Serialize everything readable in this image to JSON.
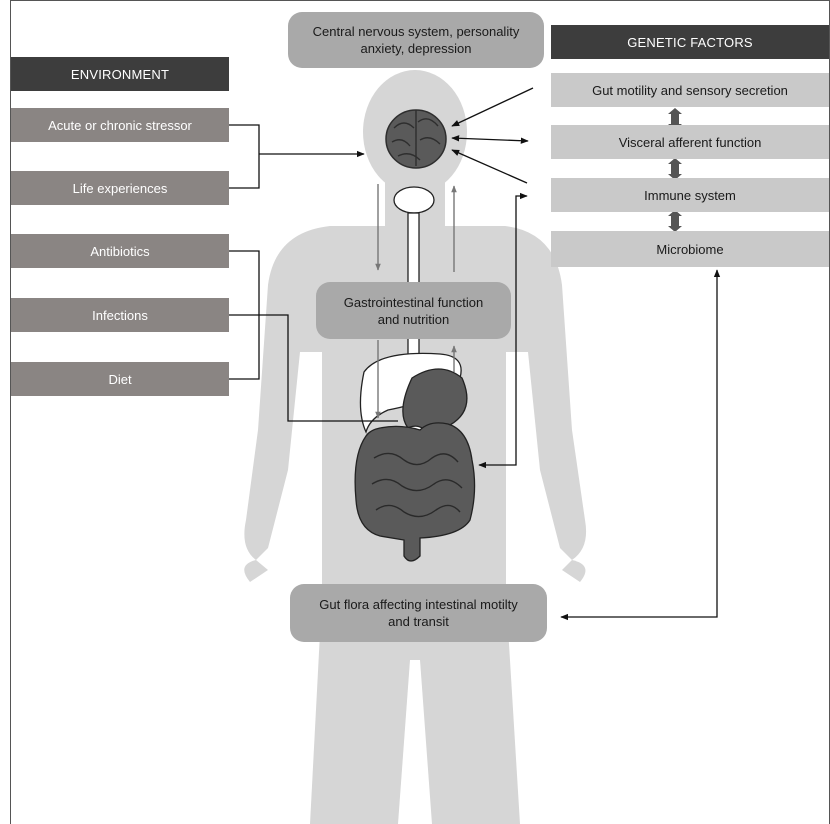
{
  "environment": {
    "header": "ENVIRONMENT",
    "stressors": [
      "Acute or chronic stressor",
      "Life experiences"
    ],
    "gut_factors": [
      "Antibiotics",
      "Infections",
      "Diet"
    ]
  },
  "genetic": {
    "header": "GENETIC FACTORS",
    "items": [
      "Gut motility and sensory secretion",
      "Visceral afferent function",
      "Immune system",
      "Microbiome"
    ]
  },
  "center": {
    "cns": "Central nervous system, personality anxiety, depression",
    "gi_function": "Gastrointestinal function and nutrition",
    "gut_flora": "Gut flora affecting intestinal motilty and transit"
  },
  "colors": {
    "dark_header": "#3d3d3d",
    "environment_box": "#8a8583",
    "genetic_box": "#c9c9c9",
    "rounded_box": "#a9a9a9",
    "body_silhouette": "#d6d6d6",
    "organ": "#5a5a5a"
  }
}
